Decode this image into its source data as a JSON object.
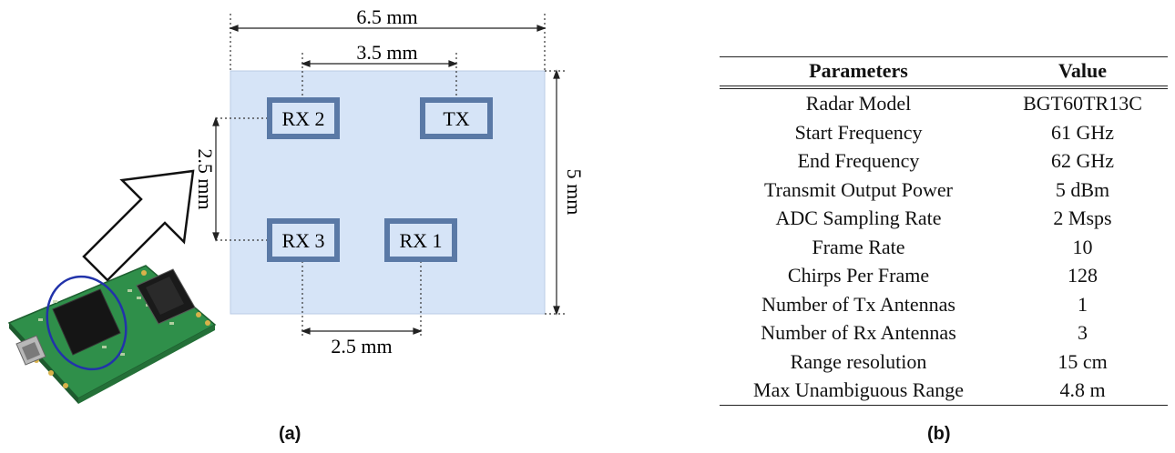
{
  "diagram": {
    "dimensions": {
      "width_total": "6.5 mm",
      "width_tx_rx2": "3.5 mm",
      "height_rx": "2.5 mm",
      "height_total": "5 mm",
      "width_rx": "2.5 mm"
    },
    "antennas": {
      "rx2": "RX 2",
      "tx": "TX",
      "rx3": "RX 3",
      "rx1": "RX 1"
    },
    "colors": {
      "antenna_plane": "#d6e4f7",
      "antenna_box": "#5a79a6",
      "board": "#2f8f4a",
      "chip": "#151515",
      "highlight_circle": "#2233aa"
    },
    "icons": [
      "arrow-icon",
      "radar-board-photo"
    ]
  },
  "captions": {
    "a": "(a)",
    "b": "(b)"
  },
  "table": {
    "headers": [
      "Parameters",
      "Value"
    ],
    "rows": [
      [
        "Radar Model",
        "BGT60TR13C"
      ],
      [
        "Start Frequency",
        "61 GHz"
      ],
      [
        "End Frequency",
        "62 GHz"
      ],
      [
        "Transmit Output Power",
        "5 dBm"
      ],
      [
        "ADC Sampling Rate",
        "2 Msps"
      ],
      [
        "Frame Rate",
        "10"
      ],
      [
        "Chirps Per Frame",
        "128"
      ],
      [
        "Number of Tx Antennas",
        "1"
      ],
      [
        "Number of Rx Antennas",
        "3"
      ],
      [
        "Range resolution",
        "15 cm"
      ],
      [
        "Max Unambiguous Range",
        "4.8 m"
      ]
    ]
  }
}
